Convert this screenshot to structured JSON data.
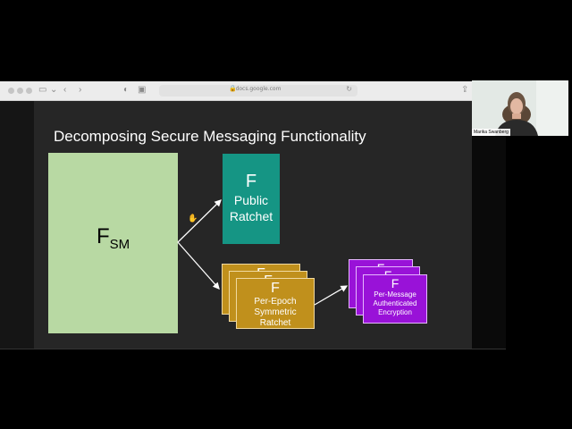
{
  "browser": {
    "url": "docs.google.com",
    "lock_icon": "lock-icon",
    "reload_icon": "reload-icon"
  },
  "slide": {
    "title": "Decomposing Secure Messaging Functionality",
    "fsm": {
      "letter": "F",
      "sub": "SM"
    },
    "public_ratchet": {
      "letter": "F",
      "line1": "Public",
      "line2": "Ratchet"
    },
    "symmetric_ratchet": {
      "letter": "F",
      "line1": "Per-Epoch",
      "line2": "Symmetric",
      "line3": "Ratchet"
    },
    "auth_encryption": {
      "letter": "F",
      "line1": "Per-Message",
      "line2": "Authenticated",
      "line3": "Encryption"
    },
    "colors": {
      "fsm": "#b8d9a3",
      "public": "#159584",
      "symmetric": "#c0901c",
      "encryption": "#9912d8"
    }
  },
  "webcam": {
    "name": "Marika Swanberg"
  }
}
